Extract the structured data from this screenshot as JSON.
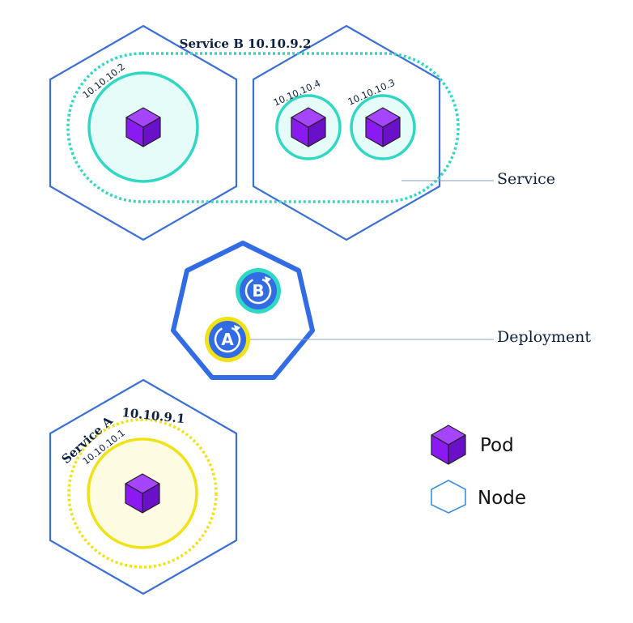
{
  "service_b": {
    "label": "Service B 10.10.9.2",
    "color": "#2ed8c3"
  },
  "service_a": {
    "name": "Service A",
    "ip": "10.10.9.1",
    "color": "#f0e214"
  },
  "pods": {
    "pod_1": {
      "ip": "10.10.10.2"
    },
    "pod_2": {
      "ip": "10.10.10.4"
    },
    "pod_3": {
      "ip": "10.10.10.3"
    },
    "pod_4": {
      "ip": "10.10.10.1"
    }
  },
  "deployment": {
    "badge_b": "B",
    "badge_a": "A",
    "color": "#326ce5"
  },
  "callouts": {
    "service": "Service",
    "deployment": "Deployment"
  },
  "legend": {
    "pod_label": "Pod",
    "node_label": "Node"
  },
  "colors": {
    "node_stroke": "#326ce5",
    "pod_fill": "#8a19f2",
    "pod_dark": "#5a0fb0",
    "pod_light": "#a545ff"
  }
}
